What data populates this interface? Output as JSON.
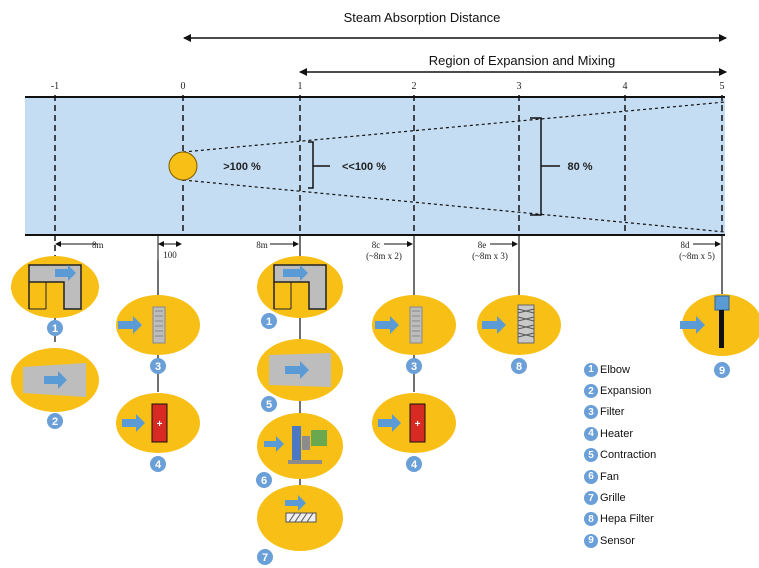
{
  "header": {
    "steam_absorption": "Steam Absorption Distance",
    "region_label": "Region of Expansion and Mixing"
  },
  "duct": {
    "ticks": [
      "-1",
      "0",
      "1",
      "2",
      "3",
      "4",
      "5"
    ],
    "pct_over": ">100 %",
    "pct_under": "<<100 %",
    "pct_80": "80 %"
  },
  "dimensions": {
    "d_neg1": "8m",
    "d_0": "100",
    "d_1": "8m",
    "d_2_top": "8c",
    "d_2_bot": "(~8m x 2)",
    "d_3_top": "8e",
    "d_3_bot": "(~8m x 3)",
    "d_5_top": "8d",
    "d_5_bot": "(~8m x 5)"
  },
  "components": {
    "elbow": "1",
    "expansion": "2",
    "filter": "3",
    "heater": "4",
    "contraction": "5",
    "fan": "6",
    "grille": "7",
    "hepa": "8",
    "sensor": "9"
  },
  "legend": [
    {
      "num": "1",
      "label": "Elbow"
    },
    {
      "num": "2",
      "label": "Expansion"
    },
    {
      "num": "3",
      "label": "Filter"
    },
    {
      "num": "4",
      "label": "Heater"
    },
    {
      "num": "5",
      "label": "Contraction"
    },
    {
      "num": "6",
      "label": "Fan"
    },
    {
      "num": "7",
      "label": "Grille"
    },
    {
      "num": "8",
      "label": "Hepa Filter"
    },
    {
      "num": "9",
      "label": "Sensor"
    }
  ],
  "colors": {
    "duct_fill": "#c5ddf2",
    "bubble": "#f8c016",
    "badge": "#6a9fd8",
    "arrow": "#5b9bd5",
    "heater": "#d62a23",
    "gray": "#bdbdbd"
  }
}
